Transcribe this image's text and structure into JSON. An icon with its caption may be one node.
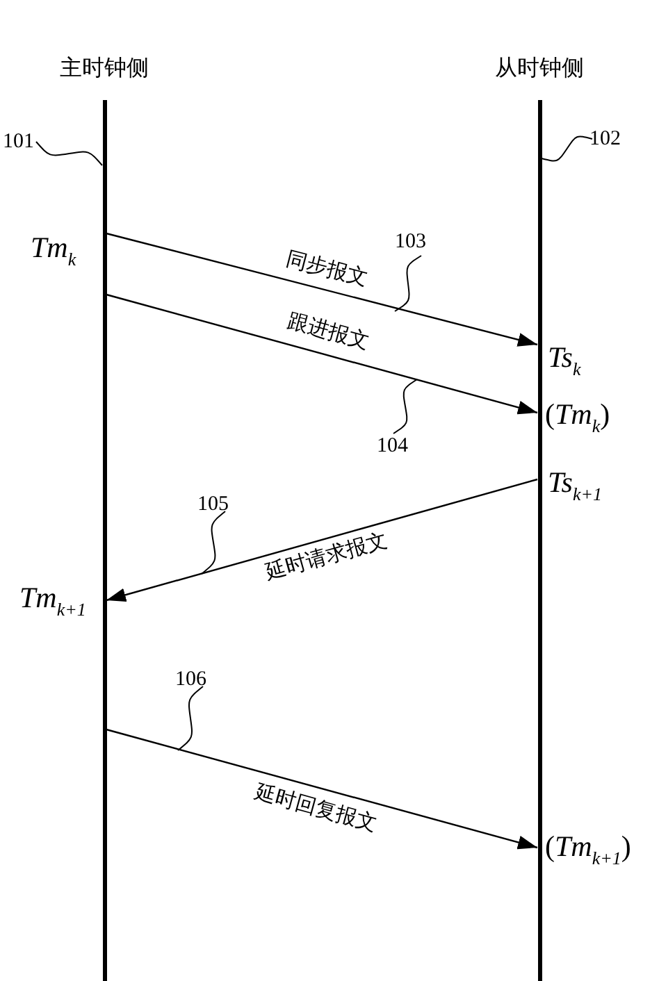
{
  "diagram": {
    "nodes": [
      {
        "text": [
          "主时钟侧"
        ]
      },
      {
        "text": [
          "从时钟侧"
        ]
      },
      {
        "text": [
          "101"
        ]
      },
      {
        "text": [
          "102"
        ]
      },
      {
        "text": [
          "103"
        ]
      },
      {
        "text": [
          "104"
        ]
      },
      {
        "text": [
          "105"
        ]
      },
      {
        "text": [
          "106"
        ]
      }
    ],
    "edges": [
      {
        "from": 0,
        "to": 1,
        "arrow": "to",
        "label": "同步报文"
      },
      {
        "from": 0,
        "to": 1,
        "arrow": "to",
        "label": "跟进报文"
      },
      {
        "from": 1,
        "to": 0,
        "arrow": "to",
        "label": "延时请求报文"
      },
      {
        "from": 0,
        "to": 1,
        "arrow": "to",
        "label": "延时回复报文"
      },
      {
        "from": 2,
        "to": 0,
        "arrow": "none"
      },
      {
        "from": 3,
        "to": 1,
        "arrow": "none"
      },
      {
        "from": 4,
        "to": null,
        "arrow": "none"
      },
      {
        "from": 5,
        "to": null,
        "arrow": "none"
      },
      {
        "from": 6,
        "to": null,
        "arrow": "none"
      },
      {
        "from": 7,
        "to": null,
        "arrow": "none"
      }
    ],
    "labels": [
      "*Tm*$_{k}$",
      "*Ts*$_{k}$",
      "(*Tm*$_{k}$)",
      "*Ts*$_{k+1}$",
      "*Tm*$_{k+1}$",
      "(*Tm*$_{k+1}$)"
    ]
  }
}
